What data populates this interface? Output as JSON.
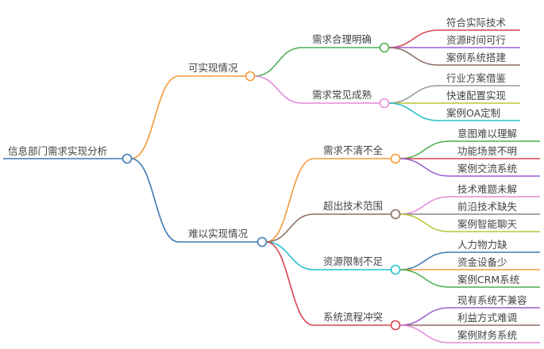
{
  "root": {
    "label": "信息部门需求实现分析",
    "color": "#3d7ab5"
  },
  "branches": [
    {
      "label": "可实现情况",
      "color": "#f39a3a",
      "children": [
        {
          "label": "需求合理明确",
          "color": "#4caf50",
          "leaves": [
            {
              "label": "符合实际技术",
              "color": "#d94452"
            },
            {
              "label": "资源时间可行",
              "color": "#9b5fd0"
            },
            {
              "label": "案例系统搭建",
              "color": "#8d6e63"
            }
          ]
        },
        {
          "label": "需求常见成熟",
          "color": "#e58ad6",
          "leaves": [
            {
              "label": "行业方案借鉴",
              "color": "#999999"
            },
            {
              "label": "快速配置实现",
              "color": "#bcc43a"
            },
            {
              "label": "案例OA定制",
              "color": "#26c0cc"
            }
          ]
        }
      ]
    },
    {
      "label": "难以实现情况",
      "color": "#3d7ab5",
      "children": [
        {
          "label": "需求不清不全",
          "color": "#f39a3a",
          "leaves": [
            {
              "label": "意图难以理解",
              "color": "#4caf50"
            },
            {
              "label": "功能场景不明",
              "color": "#d94452"
            },
            {
              "label": "案例交流系统",
              "color": "#9b5fd0"
            }
          ]
        },
        {
          "label": "超出技术范围",
          "color": "#8d6e63",
          "leaves": [
            {
              "label": "技术难题未解",
              "color": "#e58ad6"
            },
            {
              "label": "前沿技术缺失",
              "color": "#888888"
            },
            {
              "label": "案例智能聊天",
              "color": "#bcc43a"
            }
          ]
        },
        {
          "label": "资源限制不足",
          "color": "#26c0cc",
          "leaves": [
            {
              "label": "人力物力缺",
              "color": "#3d7ab5"
            },
            {
              "label": "资金设备少",
              "color": "#f39a3a"
            },
            {
              "label": "案例CRM系统",
              "color": "#4caf50"
            }
          ]
        },
        {
          "label": "系统流程冲突",
          "color": "#d94452",
          "leaves": [
            {
              "label": "现有系统不兼容",
              "color": "#9b5fd0"
            },
            {
              "label": "利益方式难调",
              "color": "#8d6e63"
            },
            {
              "label": "案例财务系统",
              "color": "#e58ad6"
            }
          ]
        }
      ]
    }
  ]
}
